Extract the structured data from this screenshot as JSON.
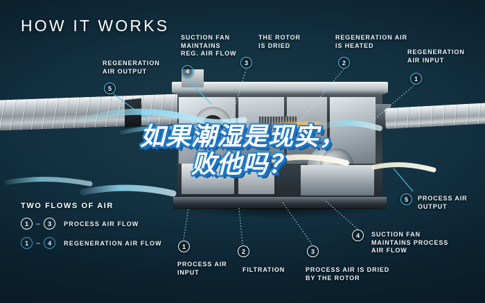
{
  "page": {
    "title": "HOW IT WORKS",
    "background_color": "#0d2531",
    "accent_color": "#4fc8e8",
    "overlay_text_color": "#ffffff",
    "overlay_outline_color": "#1c74c4"
  },
  "overlay": {
    "line1": "如果潮湿是现实，",
    "line2": "败他吗？"
  },
  "callouts": [
    {
      "id": "regeneration-air-output",
      "number": "5",
      "text": "REGENERATION\nAIR OUTPUT",
      "flow": "regeneration"
    },
    {
      "id": "suction-fan-reg",
      "number": "4",
      "text": "SUCTION FAN\nMAINTAINS\nREG. AIR FLOW",
      "flow": "regeneration"
    },
    {
      "id": "the-rotor-is-dried",
      "number": "3",
      "text": "THE ROTOR\nIS DRIED",
      "flow": "regeneration"
    },
    {
      "id": "regeneration-air-is-heated",
      "number": "2",
      "text": "REGENERATION AIR\nIS HEATED",
      "flow": "regeneration"
    },
    {
      "id": "regeneration-air-input",
      "number": "1",
      "text": "REGENERATION\nAIR INPUT",
      "flow": "regeneration"
    },
    {
      "id": "process-air-output",
      "number": "5",
      "text": "PROCESS AIR\nOUTPUT",
      "flow": "regeneration"
    },
    {
      "id": "suction-fan-process",
      "number": "4",
      "text": "SUCTION FAN\nMAINTAINS PROCESS\nAIR FLOW",
      "flow": "process"
    },
    {
      "id": "process-air-is-dried",
      "number": "3",
      "text": "PROCESS AIR IS DRIED\nBY THE ROTOR",
      "flow": "process"
    },
    {
      "id": "filtration",
      "number": "2",
      "text": "FILTRATION",
      "flow": "process"
    },
    {
      "id": "process-air-input",
      "number": "1",
      "text": "PROCESS AIR\nINPUT",
      "flow": "process"
    }
  ],
  "callout_labels": {
    "regeneration_air_output_l1": "REGENERATION",
    "regeneration_air_output_l2": "AIR OUTPUT",
    "suction_fan_reg_l1": "SUCTION FAN",
    "suction_fan_reg_l2": "MAINTAINS",
    "suction_fan_reg_l3": "REG. AIR FLOW",
    "rotor_dried_l1": "THE ROTOR",
    "rotor_dried_l2": "IS DRIED",
    "reg_heated_l1": "REGENERATION AIR",
    "reg_heated_l2": "IS HEATED",
    "reg_input_l1": "REGENERATION",
    "reg_input_l2": "AIR INPUT",
    "process_output_l1": "PROCESS AIR",
    "process_output_l2": "OUTPUT",
    "suction_fan_proc_l1": "SUCTION FAN",
    "suction_fan_proc_l2": "MAINTAINS PROCESS",
    "suction_fan_proc_l3": "AIR FLOW",
    "process_dried_l1": "PROCESS AIR IS DRIED",
    "process_dried_l2": "BY THE ROTOR",
    "filtration_l1": "FILTRATION",
    "process_input_l1": "PROCESS AIR",
    "process_input_l2": "INPUT"
  },
  "badges": {
    "n1": "1",
    "n2": "2",
    "n3": "3",
    "n4": "4",
    "n5": "5",
    "n1b": "1",
    "n4b": "4",
    "n5b": "5"
  },
  "legend": {
    "title": "TWO FLOWS OF AIR",
    "rows": [
      {
        "from": "1",
        "to": "3",
        "dash": "–",
        "label": "PROCESS AIR FLOW",
        "style": "white"
      },
      {
        "from": "1",
        "to": "4",
        "dash": "–",
        "label": "REGENERATION AIR FLOW",
        "style": "teal"
      }
    ],
    "row1_from": "1",
    "row1_dash": "–",
    "row1_to": "3",
    "row1_label": "PROCESS AIR FLOW",
    "row2_from": "1",
    "row2_dash": "–",
    "row2_to": "4",
    "row2_label": "REGENERATION AIR FLOW"
  }
}
